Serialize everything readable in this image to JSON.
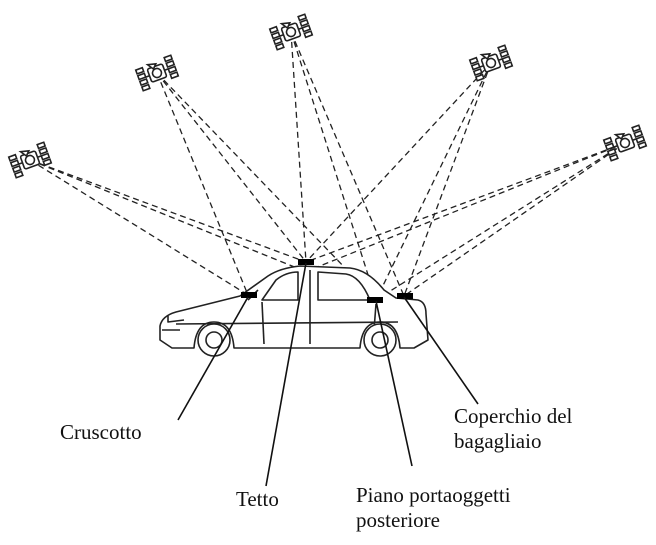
{
  "labels": {
    "cruscotto": "Cruscotto",
    "tetto": "Tetto",
    "piano": [
      "Piano portaoggetti",
      "posteriore"
    ],
    "coperchio": [
      "Coperchio del",
      "bagagliaio"
    ]
  },
  "icons": {
    "satellite": "satellite-icon",
    "car": "car-icon",
    "antenna": "antenna-icon"
  },
  "colors": {
    "line": "#222222",
    "antenna": "#000000"
  }
}
